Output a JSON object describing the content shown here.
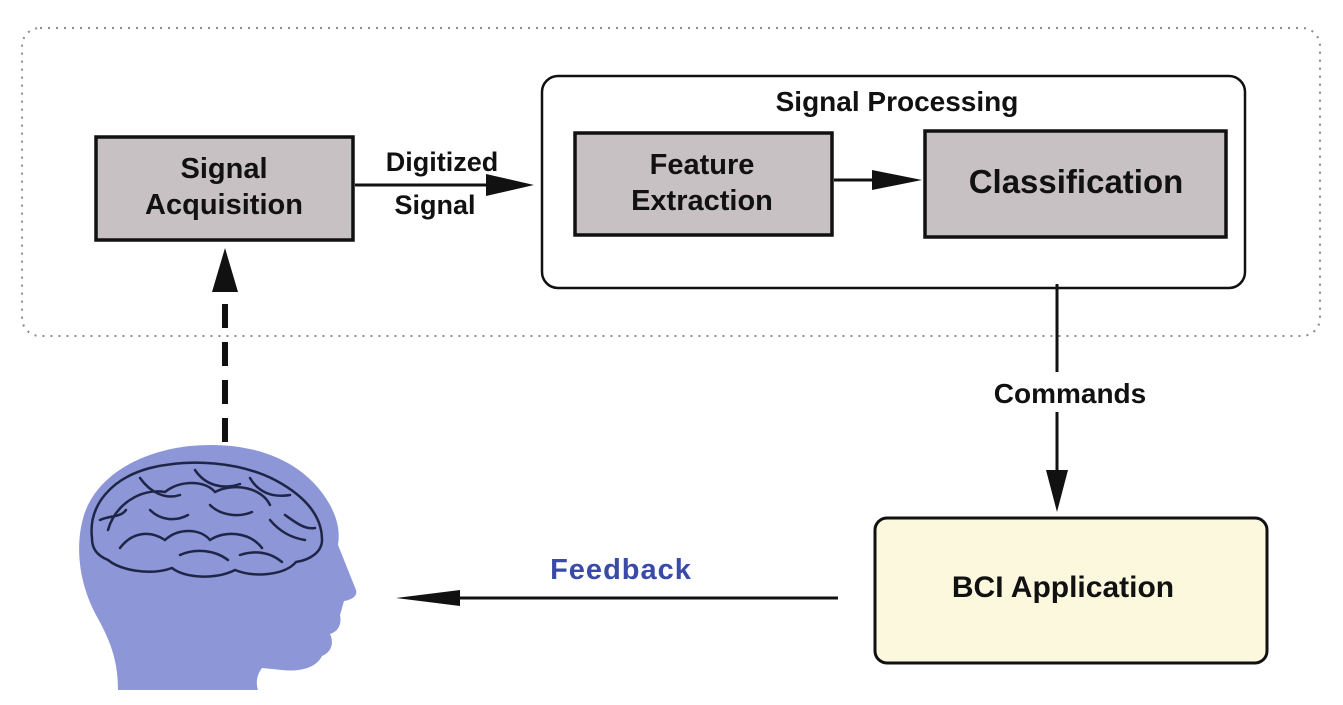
{
  "diagram": {
    "nodes": {
      "signal_acquisition": {
        "line1": "Signal",
        "line2": "Acquisition"
      },
      "signal_processing": {
        "title": "Signal Processing"
      },
      "feature_extraction": {
        "line1": "Feature",
        "line2": "Extraction"
      },
      "classification": {
        "label": "Classification"
      },
      "bci_application": {
        "label": "BCI Application"
      }
    },
    "edges": {
      "digitized_signal": {
        "line1": "Digitized",
        "line2": "Signal"
      },
      "commands": {
        "label": "Commands"
      },
      "feedback": {
        "label": "Feedback"
      }
    },
    "colors": {
      "process_box_fill": "#c8c1c3",
      "application_fill": "#fbf8de",
      "head_fill": "#8d96d6",
      "brain_stroke": "#1f2547",
      "feedback_text": "#3a4aa8",
      "line": "#111111"
    }
  }
}
